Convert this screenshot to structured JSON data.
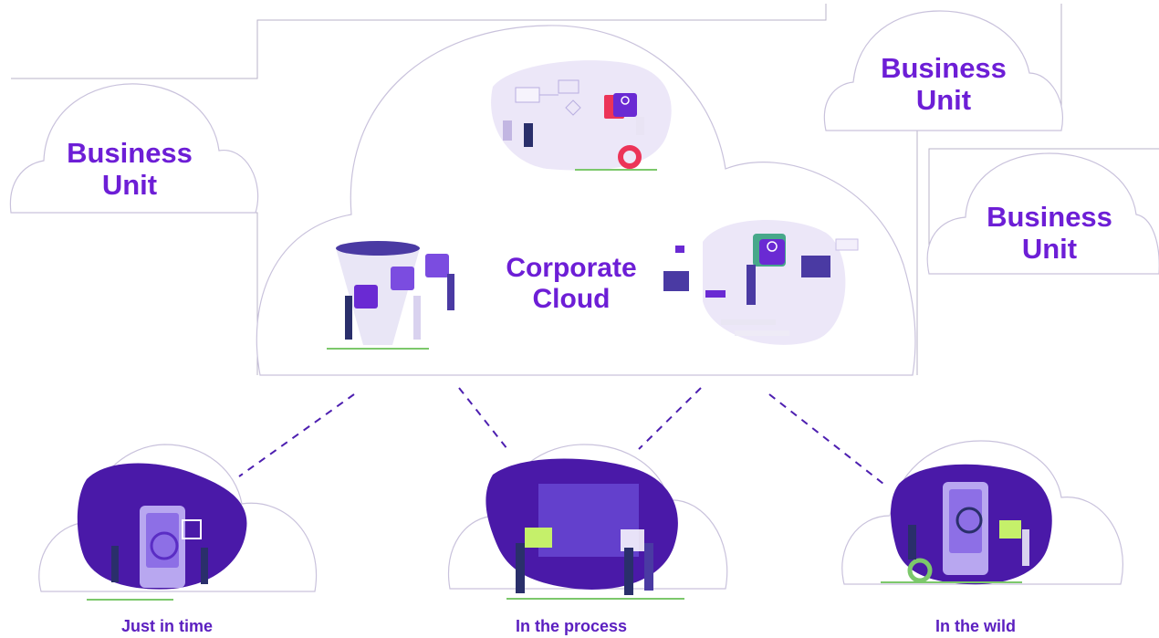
{
  "business_units": [
    {
      "line1": "Business",
      "line2": "Unit"
    },
    {
      "line1": "Business",
      "line2": "Unit"
    },
    {
      "line1": "Business",
      "line2": "Unit"
    }
  ],
  "corporate_cloud": {
    "line1": "Corporate",
    "line2": "Cloud"
  },
  "scenarios": [
    {
      "caption": "Just in time"
    },
    {
      "caption": "In the process"
    },
    {
      "caption": "In the wild"
    }
  ],
  "colors": {
    "accent": "#6d1ed6",
    "blob": "#4a19a8",
    "connector": "#4d1fb0",
    "cloud_outline": "#c9c2dc"
  }
}
